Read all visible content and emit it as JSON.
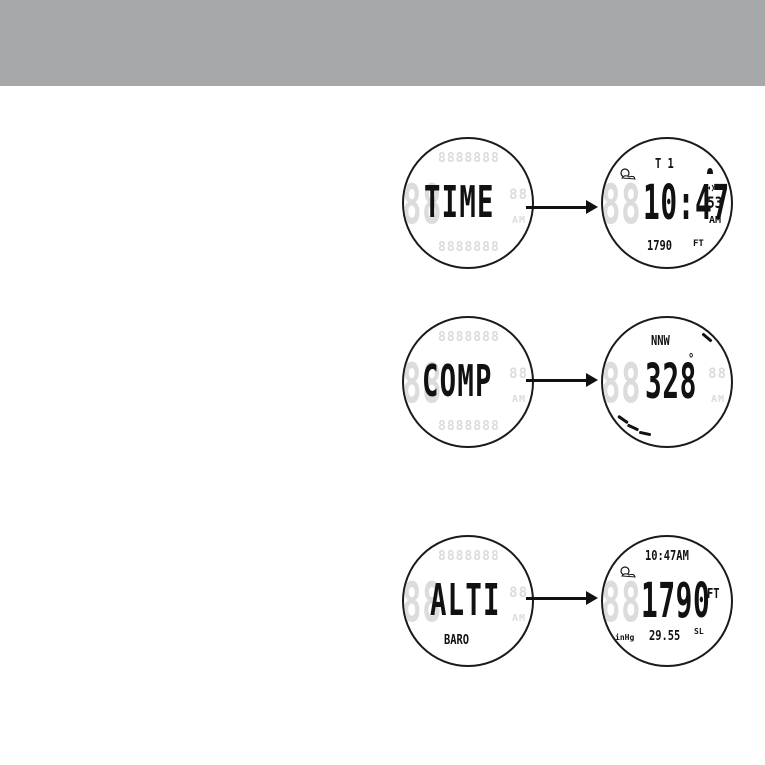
{
  "rows": [
    {
      "left_label": "TIME",
      "right": {
        "top": "T 1",
        "main": "10:47",
        "seconds": "53",
        "ampm": "AM",
        "bottom": "1790",
        "unit": "FT"
      }
    },
    {
      "left_label": "COMP",
      "right": {
        "direction": "NNW",
        "main": "328",
        "degree_sign": "°"
      }
    },
    {
      "left_label": "ALTI",
      "left_sub": "BARO",
      "right": {
        "top": "10:47AM",
        "main": "1790",
        "unit": "FT",
        "bottom": "29.55",
        "bottom_unit": "SL",
        "mode_icon_text": "inHg"
      }
    }
  ],
  "icons": [
    "sun-cloud-icon",
    "bell-icon",
    "alarm-sound-icon",
    "arrow-right-icon"
  ],
  "colors": {
    "header_bar": "#a7a8aa",
    "lcd_ink": "#111111",
    "ghost_segments": "#dcdcdc"
  }
}
